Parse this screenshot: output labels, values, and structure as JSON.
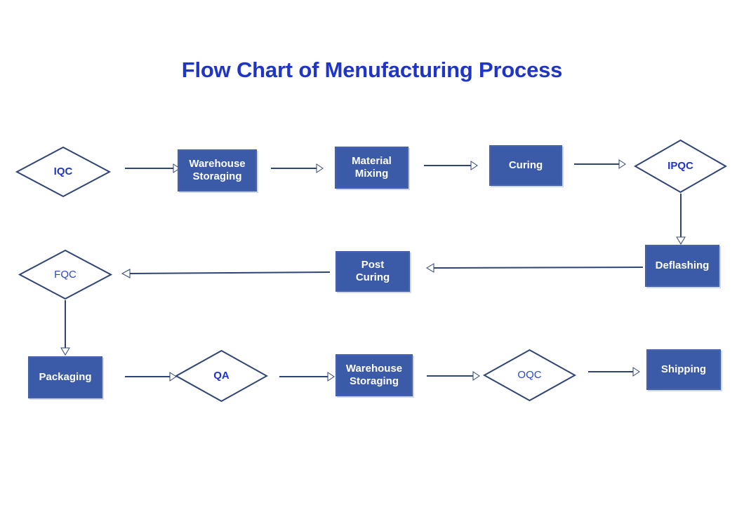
{
  "title": "Flow Chart of Menufacturing Process",
  "colors": {
    "title_blue": "#1f35c8",
    "process_fill": "#3b5aa8",
    "process_text": "#ffffff",
    "diamond_stroke": "#2f4476",
    "diamond_text": "#1f35c8",
    "arrow": "#2f4476",
    "background": "#ffffff"
  },
  "chart_data": {
    "type": "diagram",
    "title": "Flow Chart of Menufacturing Process",
    "diagram_kind": "flowchart",
    "orientation": "serpentine-left-to-right-then-right-to-left",
    "nodes": [
      {
        "id": "iqc",
        "label": "IQC",
        "shape": "diamond",
        "row": 1,
        "col": 1
      },
      {
        "id": "warehouse1",
        "label": "Warehouse Storaging",
        "shape": "rectangle",
        "row": 1,
        "col": 2
      },
      {
        "id": "material",
        "label": "Material Mixing",
        "shape": "rectangle",
        "row": 1,
        "col": 3
      },
      {
        "id": "curing",
        "label": "Curing",
        "shape": "rectangle",
        "row": 1,
        "col": 4
      },
      {
        "id": "ipqc",
        "label": "IPQC",
        "shape": "diamond",
        "row": 1,
        "col": 5
      },
      {
        "id": "deflashing",
        "label": "Deflashing",
        "shape": "rectangle",
        "row": 2,
        "col": 5
      },
      {
        "id": "postcuring",
        "label": "Post Curing",
        "shape": "rectangle",
        "row": 2,
        "col": 3
      },
      {
        "id": "fqc",
        "label": "FQC",
        "shape": "diamond",
        "row": 2,
        "col": 1
      },
      {
        "id": "packaging",
        "label": "Packaging",
        "shape": "rectangle",
        "row": 3,
        "col": 1
      },
      {
        "id": "qa",
        "label": "QA",
        "shape": "diamond",
        "row": 3,
        "col": 2
      },
      {
        "id": "warehouse2",
        "label": "Warehouse Storaging",
        "shape": "rectangle",
        "row": 3,
        "col": 3
      },
      {
        "id": "oqc",
        "label": "OQC",
        "shape": "diamond",
        "row": 3,
        "col": 4
      },
      {
        "id": "shipping",
        "label": "Shipping",
        "shape": "rectangle",
        "row": 3,
        "col": 5
      }
    ],
    "edges": [
      {
        "from": "iqc",
        "to": "warehouse1",
        "direction": "right"
      },
      {
        "from": "warehouse1",
        "to": "material",
        "direction": "right"
      },
      {
        "from": "material",
        "to": "curing",
        "direction": "right"
      },
      {
        "from": "curing",
        "to": "ipqc",
        "direction": "right"
      },
      {
        "from": "ipqc",
        "to": "deflashing",
        "direction": "down"
      },
      {
        "from": "deflashing",
        "to": "postcuring",
        "direction": "left"
      },
      {
        "from": "postcuring",
        "to": "fqc",
        "direction": "left"
      },
      {
        "from": "fqc",
        "to": "packaging",
        "direction": "down"
      },
      {
        "from": "packaging",
        "to": "qa",
        "direction": "right"
      },
      {
        "from": "qa",
        "to": "warehouse2",
        "direction": "right"
      },
      {
        "from": "warehouse2",
        "to": "oqc",
        "direction": "right"
      },
      {
        "from": "oqc",
        "to": "shipping",
        "direction": "right"
      }
    ]
  },
  "nodes": {
    "iqc": {
      "label": "IQC"
    },
    "warehouse1": {
      "line1": "Warehouse",
      "line2": "Storaging"
    },
    "material": {
      "line1": "Material",
      "line2": "Mixing"
    },
    "curing": {
      "label": "Curing"
    },
    "ipqc": {
      "label": "IPQC"
    },
    "deflashing": {
      "label": "Deflashing"
    },
    "postcuring": {
      "line1": "Post",
      "line2": "Curing"
    },
    "fqc": {
      "label": "FQC"
    },
    "packaging": {
      "label": "Packaging"
    },
    "qa": {
      "label": "QA"
    },
    "warehouse2": {
      "line1": "Warehouse",
      "line2": "Storaging"
    },
    "oqc": {
      "label": "OQC"
    },
    "shipping": {
      "label": "Shipping"
    }
  }
}
